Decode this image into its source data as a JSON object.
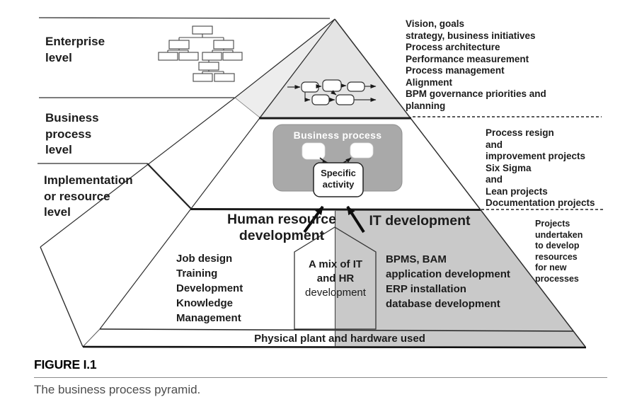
{
  "figure": {
    "label": "FIGURE I.1",
    "caption": "The business process pyramid."
  },
  "level_labels": {
    "enterprise": [
      "Enterprise",
      "level"
    ],
    "business_process": [
      "Business",
      "process",
      "level"
    ],
    "implementation": [
      "Implementation",
      "or resource",
      "level"
    ]
  },
  "annotations": {
    "enterprise_right": [
      "Vision, goals",
      "strategy, business initiatives",
      "Process architecture",
      "Performance measurement",
      "Process management",
      "Alignment",
      "BPM governance priorities and",
      "planning"
    ],
    "process_right": [
      "Process resign",
      "and",
      "improvement projects",
      "Six Sigma",
      "and",
      "Lean projects",
      "Documentation projects"
    ],
    "resource_right": [
      "Projects",
      "undertaken",
      "to develop",
      "resources",
      "for new",
      "processes"
    ]
  },
  "pyramid": {
    "process_box_title": "Business process",
    "specific_activity": [
      "Specific",
      "activity"
    ],
    "hr_heading": [
      "Human resource",
      "development"
    ],
    "it_heading": "IT development",
    "hr_items": [
      "Job design",
      "Training",
      "Development",
      "Knowledge",
      "Management"
    ],
    "mix_bold": [
      "A mix of IT",
      "and HR"
    ],
    "mix_normal": [
      "development"
    ],
    "it_items": [
      "BPMS, BAM",
      "application development",
      "ERP installation",
      "database development"
    ],
    "base_label": "Physical plant and hardware used"
  },
  "colors": {
    "top_triangle": "#e4e4e4",
    "top_facet": "#ededed",
    "gray_region": "#c9c9c9",
    "process_box": "#a9a9a9",
    "line": "#2e2e2e"
  }
}
